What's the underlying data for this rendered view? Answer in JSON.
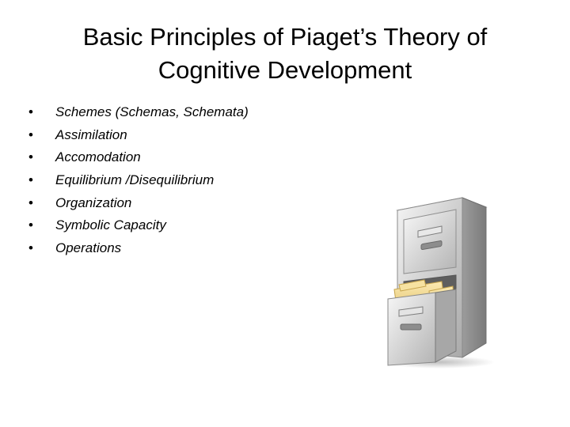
{
  "slide": {
    "title_line1": "Basic Principles of Piaget’s Theory of",
    "title_line2": "Cognitive Development",
    "bullets": [
      "Schemes (Schemas, Schemata)",
      "Assimilation",
      "Accomodation",
      "Equilibrium /Disequilibrium",
      "Organization",
      "Symbolic Capacity",
      "Operations"
    ],
    "bullet_glyph": "•",
    "image_icon": "file-cabinet-icon"
  },
  "colors": {
    "background": "#ffffff",
    "text": "#000000",
    "cabinet_gray": "#b8b8b8",
    "folder_yellow": "#f2d98c"
  }
}
